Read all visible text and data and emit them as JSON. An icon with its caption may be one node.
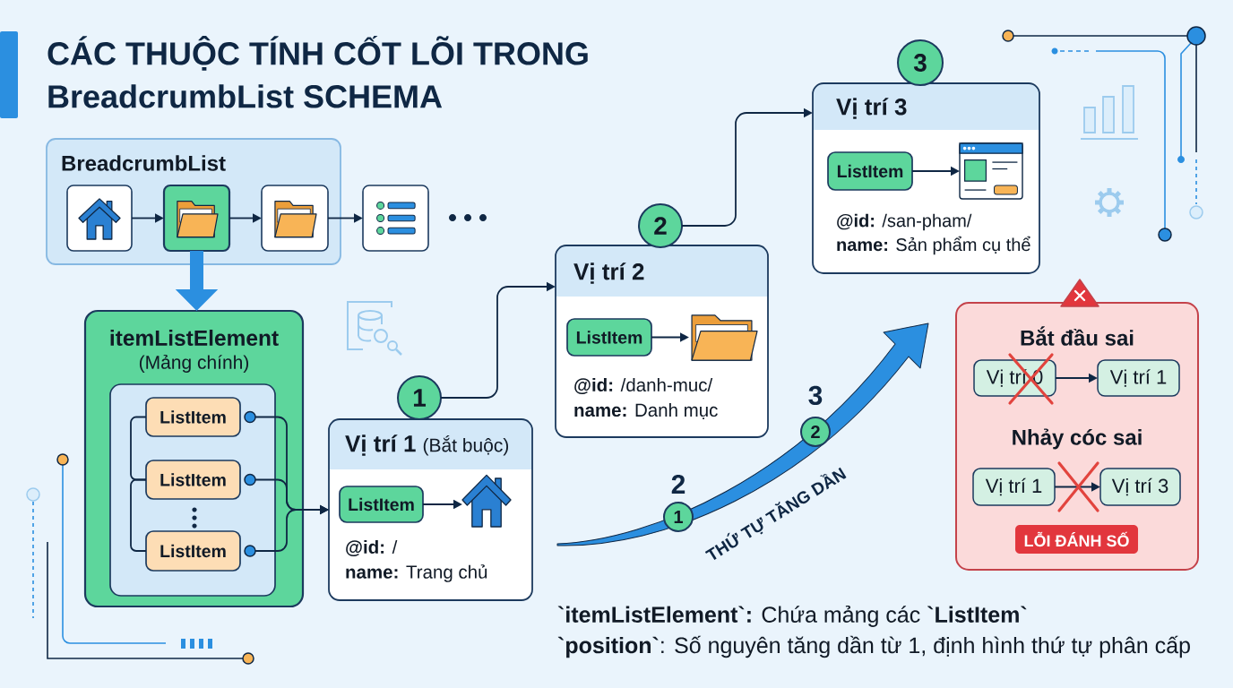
{
  "diagram": {
    "title": "CÁC THUỘC TÍNH CỐT LÕI TRONG BreadcrumbList SCHEMA",
    "nodes": [
      {
        "text": [
          "BreadcrumbList"
        ]
      },
      {
        "text": [],
        "shape": "picture",
        "in": 0
      },
      {
        "text": [],
        "shape": "picture",
        "in": 0
      },
      {
        "text": [],
        "shape": "picture",
        "in": 0
      },
      {
        "text": [],
        "shape": "picture"
      },
      {
        "text": [
          "itemListElement",
          "(Mảng chính)"
        ]
      },
      {
        "text": [],
        "shape": "box",
        "in": 5
      },
      {
        "text": [
          "ListItem"
        ],
        "in": 6
      },
      {
        "text": [
          "ListItem"
        ],
        "in": 6
      },
      {
        "text": [
          "ListItem"
        ],
        "in": 6
      },
      {
        "text": [
          "Vị trí 1",
          "(Bắt buộc)",
          "**@id:** /",
          "**name:** Trang chủ"
        ]
      },
      {
        "text": [
          "ListItem"
        ],
        "in": 10
      },
      {
        "text": [],
        "shape": "picture",
        "in": 10
      },
      {
        "text": [
          "1"
        ]
      },
      {
        "text": [
          "Vị trí 2",
          "**@id:** /danh-muc/",
          "**name:** Danh mục"
        ]
      },
      {
        "text": [
          "ListItem"
        ],
        "in": 14
      },
      {
        "text": [],
        "shape": "picture",
        "in": 14
      },
      {
        "text": [
          "2"
        ]
      },
      {
        "text": [
          "Vị trí 3",
          "**@id:** /san-pham/",
          "**name:** Sản phẩm cụ thể"
        ]
      },
      {
        "text": [
          "ListItem"
        ],
        "in": 18
      },
      {
        "text": [],
        "shape": "picture",
        "in": 18
      },
      {
        "text": [
          "3"
        ]
      },
      {
        "text": [
          "Bắt đầu sai",
          "Nhảy cóc sai"
        ]
      },
      {
        "text": [
          "Vị trí 0"
        ],
        "in": 22
      },
      {
        "text": [
          "Vị trí 1"
        ],
        "in": 22
      },
      {
        "text": [
          "Vị trí 1"
        ],
        "in": 22
      },
      {
        "text": [
          "Vị trí 3"
        ],
        "in": 22
      },
      {
        "text": [
          "LỖI ĐÁNH SỐ"
        ],
        "in": 22
      },
      {
        "text": [
          "1"
        ],
        "beside": [
          "2"
        ]
      },
      {
        "text": [
          "2"
        ],
        "beside": [
          "3"
        ]
      }
    ],
    "edges": [
      {
        "from": 1,
        "to": 2,
        "arrow": "to"
      },
      {
        "from": 2,
        "to": 3,
        "arrow": "to"
      },
      {
        "from": 3,
        "to": 4,
        "arrow": "to"
      },
      {
        "from": 2,
        "to": 5,
        "arrow": "to",
        "style": "thick",
        "color": "#2b8fe0"
      },
      {
        "from": 7,
        "to": 8,
        "arrow": "none"
      },
      {
        "from": 8,
        "to": 9,
        "arrow": "none"
      },
      {
        "from": 7,
        "to": 10,
        "arrow": "to"
      },
      {
        "from": 8,
        "to": 10,
        "arrow": "to"
      },
      {
        "from": 9,
        "to": 10,
        "arrow": "to"
      },
      {
        "from": 11,
        "to": 12,
        "arrow": "to"
      },
      {
        "from": 13,
        "to": 14,
        "arrow": "to"
      },
      {
        "from": 15,
        "to": 16,
        "arrow": "to"
      },
      {
        "from": 17,
        "to": 18,
        "arrow": "to"
      },
      {
        "from": 19,
        "to": 20,
        "arrow": "to"
      },
      {
        "from": 23,
        "to": 24,
        "arrow": "to"
      },
      {
        "from": 25,
        "to": 26,
        "arrow": "to"
      }
    ],
    "labels": [
      "THỨ TỰ TĂNG DẦN",
      "**`itemListElement`:** Chứa mảng các **`ListItem`**",
      "**`position`**: Số nguyên tăng dần từ 1, định hình thứ tự phân cấp"
    ]
  }
}
